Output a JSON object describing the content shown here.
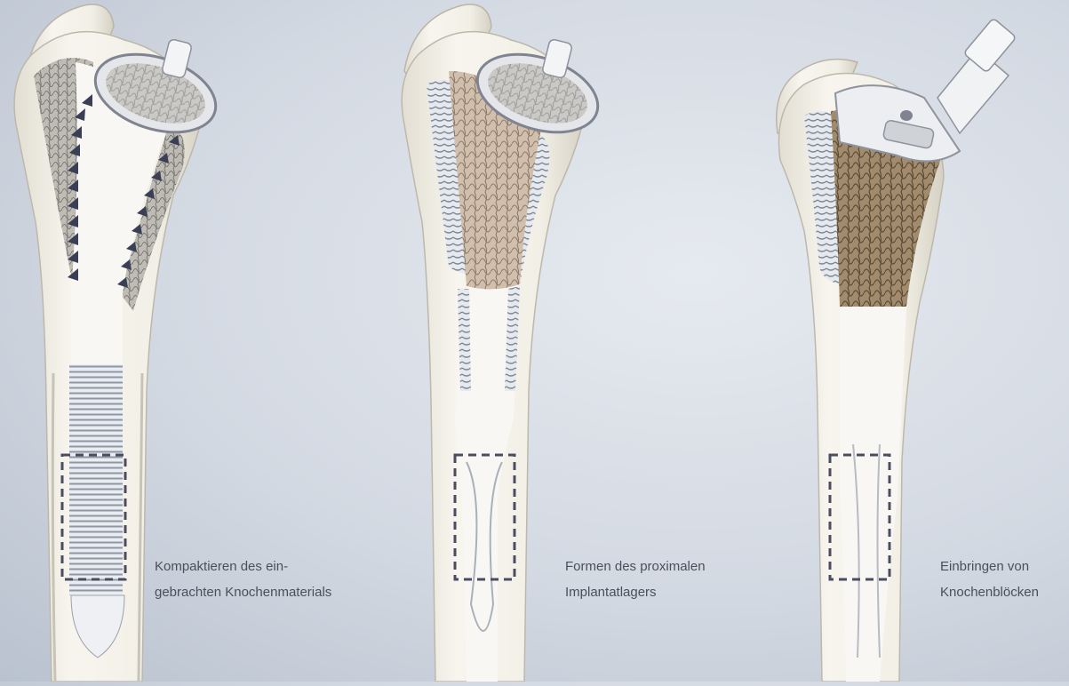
{
  "figure": {
    "panels": [
      {
        "id": "compaction",
        "caption": [
          "Kompaktieren des ein-",
          "gebrachten Knochenmaterials"
        ]
      },
      {
        "id": "shaping",
        "caption": [
          "Formen des proximalen",
          "Implantatlagers"
        ]
      },
      {
        "id": "bone-blocks",
        "caption": [
          "Einbringen von",
          "Knochenblöcken"
        ]
      }
    ],
    "colors": {
      "bone": "#f4f1e8",
      "bone_shadow": "#d6d2c5",
      "graft_gray": "#b6b4ad",
      "graft_pink": "#cdb8a6",
      "graft_brown": "#9a8465",
      "implant_metal": "#eef0f3",
      "marker": "#3a3f55",
      "dashed_box": "#4a4d62"
    }
  }
}
